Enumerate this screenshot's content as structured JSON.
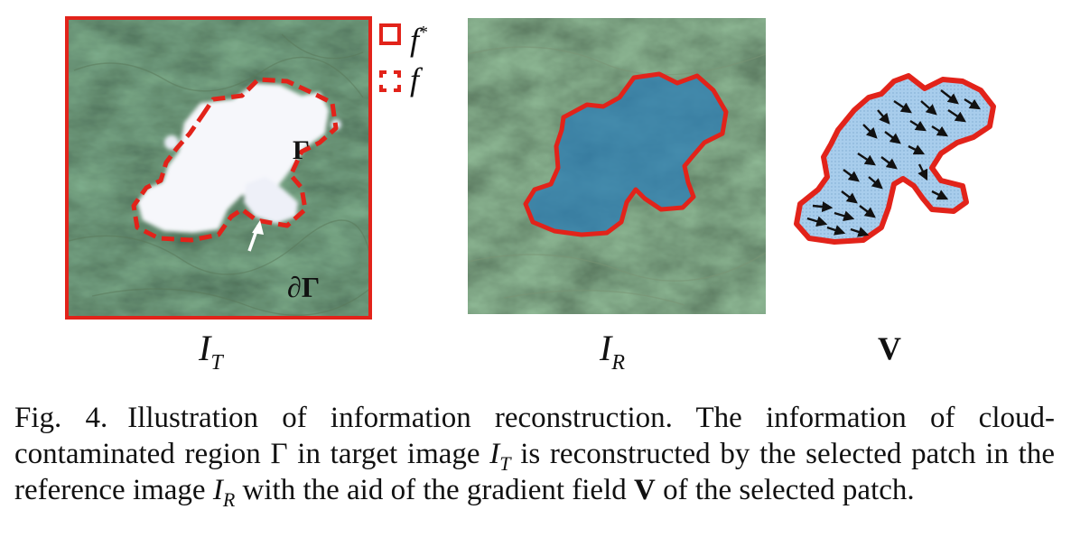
{
  "legend": {
    "solid_symbol": "f",
    "solid_superscript": "*",
    "dashed_symbol": "f"
  },
  "target_panel": {
    "region_label": "Γ",
    "boundary_label_d": "∂",
    "boundary_label_gamma": "Γ"
  },
  "panel_labels": {
    "target": {
      "main": "I",
      "sub": "T"
    },
    "reference": {
      "main": "I",
      "sub": "R"
    },
    "field": "V"
  },
  "caption": {
    "fig_number": "Fig. 4.",
    "part1": "Illustration of information reconstruction. The information of cloud-contaminated region Γ in target image ",
    "it_main": "I",
    "it_sub": "T",
    "part2": " is reconstructed by the selected patch in the reference image ",
    "ir_main": "I",
    "ir_sub": "R",
    "part3": " with the aid of the gradient field ",
    "v": "V",
    "part4": " of the selected patch."
  },
  "colors": {
    "boundary_red": "#e2231a",
    "forest_dark": "#1d3320",
    "cloud_white": "#ffffff",
    "patch_blue": "#2f7fb3",
    "field_fill": "#a8cdec",
    "arrow": "#111111"
  },
  "icons": {
    "boundary_pointer": "arrow-up-right-icon",
    "field_arrows": "arrow-icon"
  }
}
